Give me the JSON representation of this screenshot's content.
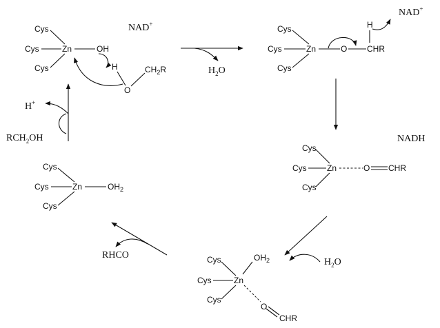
{
  "reagents": {
    "nad_plus_1": {
      "main": "NAD",
      "sup": "+"
    },
    "nad_plus_2": {
      "main": "NAD",
      "sup": "+"
    },
    "nadh": "NADH",
    "water_1": {
      "h": "H",
      "sub": "2",
      "o": "O"
    },
    "water_2": {
      "h": "H",
      "sub": "2",
      "o": "O"
    },
    "h_plus": {
      "main": "H",
      "sup": "+"
    },
    "ethanol": {
      "a": "RCH",
      "sub": "2",
      "b": "OH"
    },
    "aldehyde": "RHCO"
  },
  "complex1": {
    "cys_top": "Cys",
    "cys_mid": "Cys",
    "cys_bot": "Cys",
    "zn": "Zn",
    "oh": "OH",
    "h": "H",
    "o": "O",
    "ch2r": {
      "a": "CH",
      "sub": "2",
      "b": "R"
    }
  },
  "complex2": {
    "cys_top": "Cys",
    "cys_mid": "Cys",
    "cys_bot": "Cys",
    "zn": "Zn",
    "o": "O",
    "h": "H",
    "chr": "CHR"
  },
  "complex3": {
    "cys_top": "Cys",
    "cys_mid": "Cys",
    "cys_bot": "Cys",
    "zn": "Zn",
    "o": "O",
    "chr": "CHR"
  },
  "complex4": {
    "cys_top": "Cys",
    "cys_mid": "Cys",
    "cys_bot": "Cys",
    "zn": "Zn",
    "oh2": {
      "a": "OH",
      "sub": "2"
    },
    "o": "O",
    "chr": "CHR"
  },
  "complex5": {
    "cys_top": "Cys",
    "cys_mid": "Cys",
    "cys_bot": "Cys",
    "zn": "Zn",
    "oh2": {
      "a": "OH",
      "sub": "2"
    }
  }
}
